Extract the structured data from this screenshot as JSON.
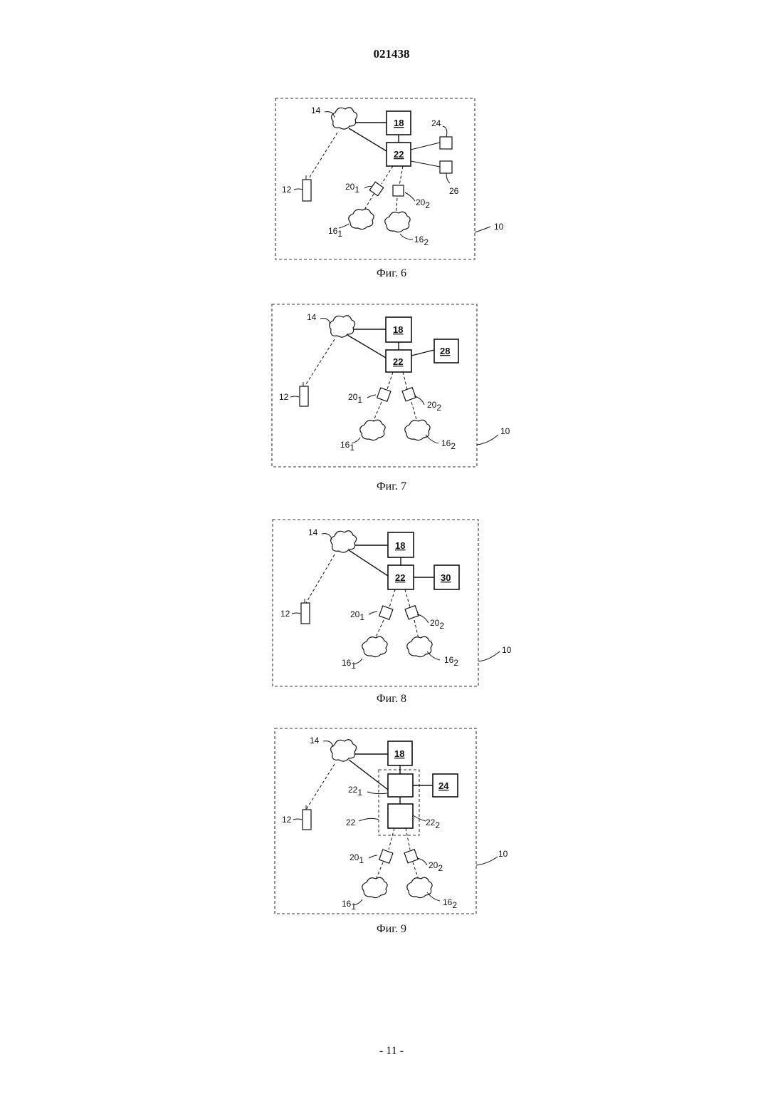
{
  "header": {
    "document_number": "021438"
  },
  "footer": {
    "page_number": "- 11 -"
  },
  "figures": [
    {
      "caption": "Фиг. 6",
      "labels": {
        "l14": "14",
        "l12": "12",
        "b18": "18",
        "b22": "22",
        "l24": "24",
        "l26": "26",
        "l20a": "20",
        "l20a_sub": "1",
        "l20b": "20",
        "l20b_sub": "2",
        "l16a": "16",
        "l16a_sub": "1",
        "l16b": "16",
        "l16b_sub": "2",
        "l10": "10"
      }
    },
    {
      "caption": "Фиг. 7",
      "labels": {
        "l14": "14",
        "l12": "12",
        "b18": "18",
        "b22": "22",
        "b28": "28",
        "l20a": "20",
        "l20a_sub": "1",
        "l20b": "20",
        "l20b_sub": "2",
        "l16a": "16",
        "l16a_sub": "1",
        "l16b": "16",
        "l16b_sub": "2",
        "l10": "10"
      }
    },
    {
      "caption": "Фиг. 8",
      "labels": {
        "l14": "14",
        "l12": "12",
        "b18": "18",
        "b22": "22",
        "b30": "30",
        "l20a": "20",
        "l20a_sub": "1",
        "l20b": "20",
        "l20b_sub": "2",
        "l16a": "16",
        "l16a_sub": "1",
        "l16b": "16",
        "l16b_sub": "2",
        "l10": "10"
      }
    },
    {
      "caption": "Фиг. 9",
      "labels": {
        "l14": "14",
        "l12": "12",
        "b18": "18",
        "b24": "24",
        "l22": "22",
        "l22a": "22",
        "l22a_sub": "1",
        "l22b": "22",
        "l22b_sub": "2",
        "l20a": "20",
        "l20a_sub": "1",
        "l20b": "20",
        "l20b_sub": "2",
        "l16a": "16",
        "l16a_sub": "1",
        "l16b": "16",
        "l16b_sub": "2",
        "l10": "10"
      }
    }
  ]
}
